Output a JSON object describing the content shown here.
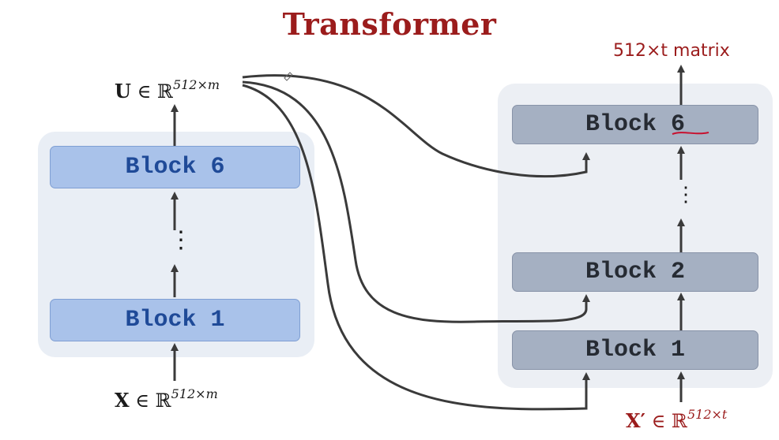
{
  "title": "Transformer",
  "encoder": {
    "output_label": {
      "bold": "U",
      "op": "∈",
      "set": "ℝ",
      "sup": "512×m"
    },
    "input_label": {
      "bold": "X",
      "op": "∈",
      "set": "ℝ",
      "sup": "512×m"
    },
    "blocks": [
      {
        "label": "Block 6"
      },
      {
        "label": "Block 1"
      }
    ],
    "ellipsis": "⋮"
  },
  "decoder": {
    "output_label": "512×t matrix",
    "input_label": {
      "bold": "X′",
      "op": "∈",
      "set": "ℝ",
      "sup": "512×t"
    },
    "blocks": [
      {
        "label": "Block 6"
      },
      {
        "label": "Block 2"
      },
      {
        "label": "Block 1"
      }
    ],
    "ellipsis": "⋮"
  },
  "colors": {
    "title": "#9b1c1c",
    "encoder_block_fill": "#a9c2ea",
    "encoder_block_text": "#1f4a98",
    "decoder_block_fill": "#a5b0c2",
    "decoder_block_text": "#262b33",
    "arrows": "#3a3a3a",
    "annotation_red": "#c8102e"
  }
}
